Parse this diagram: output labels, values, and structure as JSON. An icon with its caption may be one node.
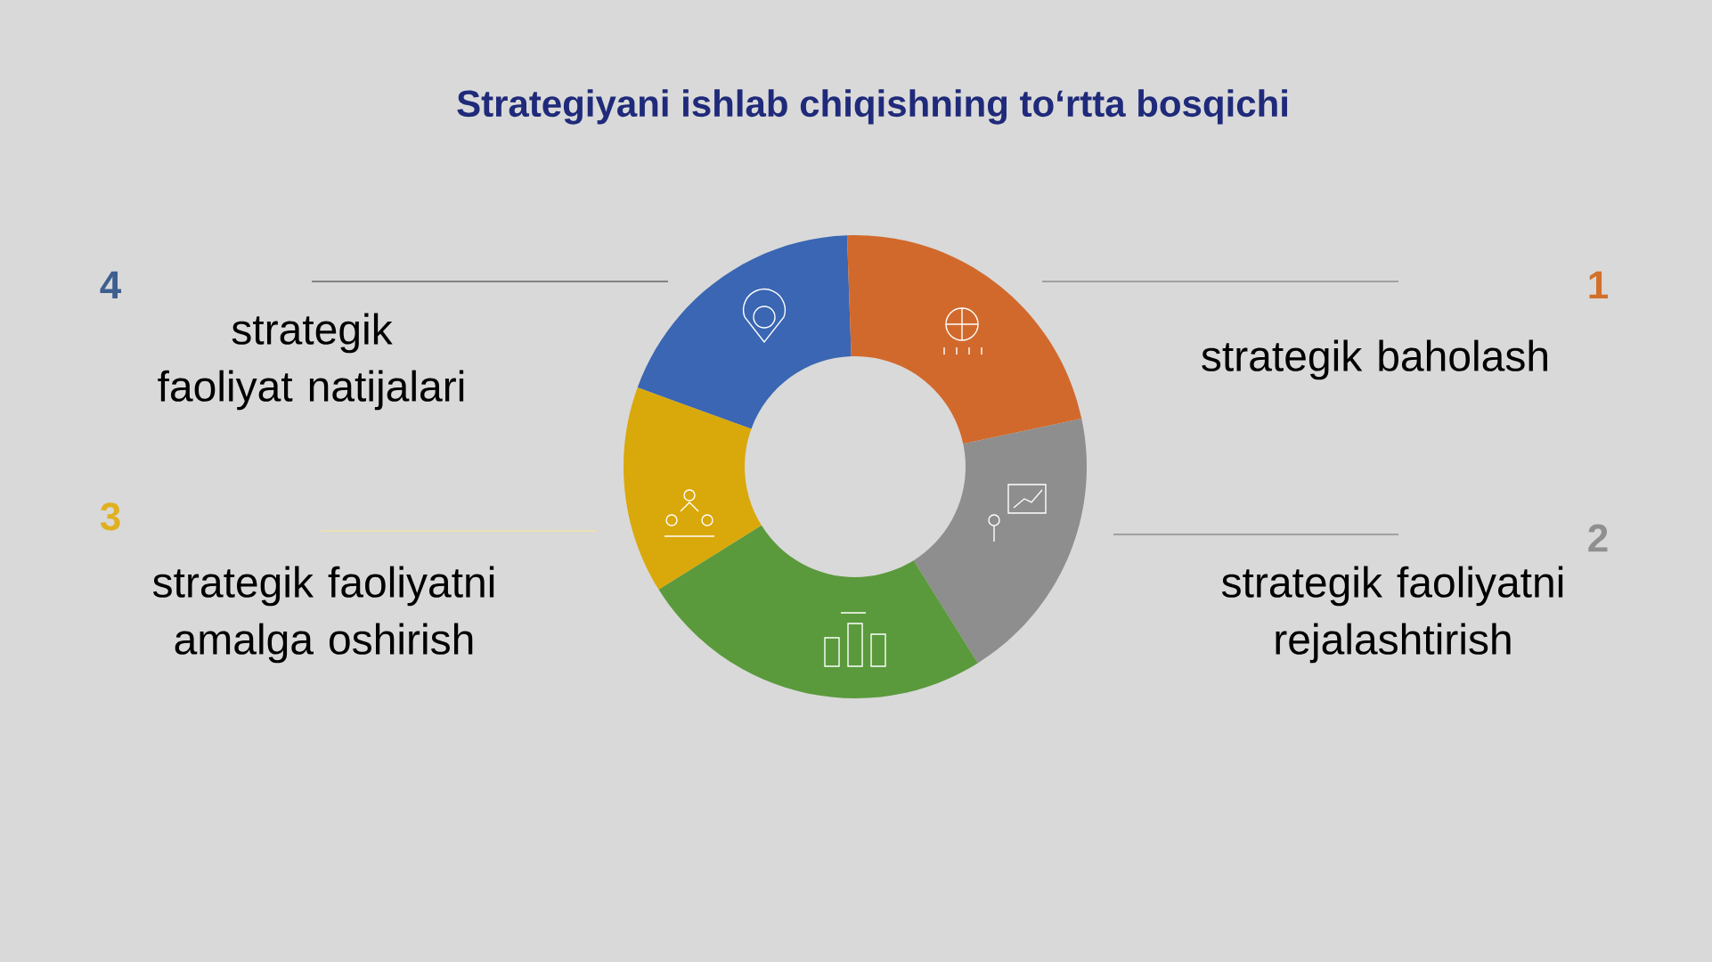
{
  "diagram": {
    "title": "Strategiyani ishlab chiqishning to‘rtta bosqichi",
    "labels": [
      "4",
      "1",
      "strategik faoliyat natijalari",
      "strategik baholash",
      "3",
      "2",
      "strategik faoliyatni amalga oshirish",
      "strategik faoliyatni rejalashtirish"
    ]
  }
}
